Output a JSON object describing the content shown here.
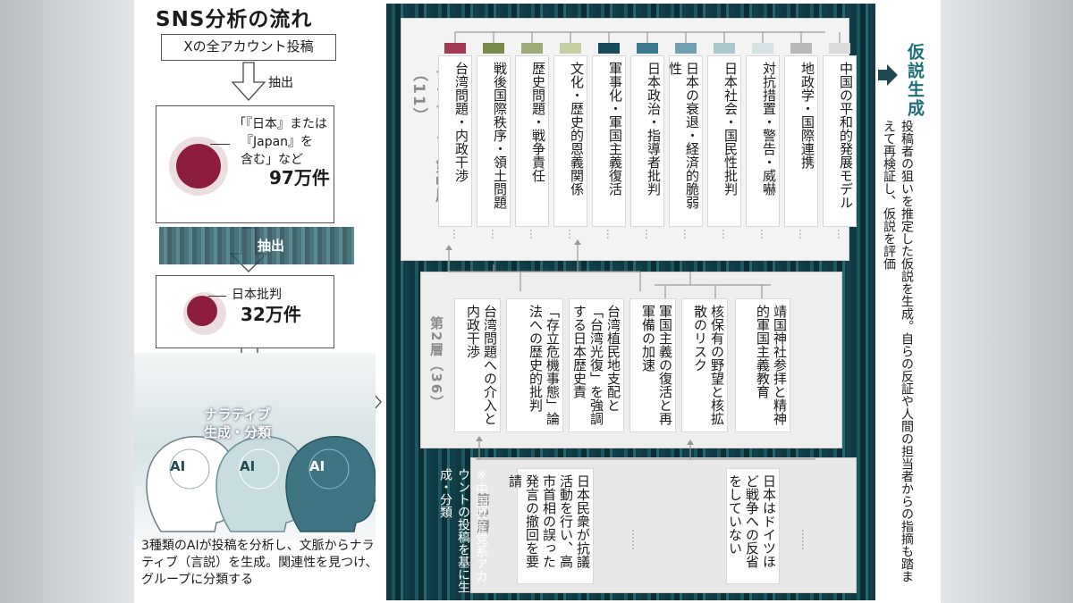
{
  "title": "SNS分析の流れ",
  "flow": {
    "source": "Xの全アカウント投稿",
    "extract1": "抽出",
    "extract2": "抽出",
    "step1": {
      "line1": "「『日本』または",
      "line2": "『Japan』を",
      "line3": "含む」など",
      "count": "97万件"
    },
    "step2": {
      "line1": "日本批判",
      "count": "32万件"
    },
    "ai_title_1": "ナラティブ",
    "ai_title_2": "生成・分類",
    "ai_badge": "AI",
    "ai_desc": "3種類のAIが投稿を分析し、文脈からナラティブ（言説）を生成。関連性を見つけ、グループに分類する"
  },
  "layer1": {
    "label": "ナラティブ 第1層（11）",
    "cards": [
      {
        "text": "台湾問題・内政干渉",
        "color": "#a33b55"
      },
      {
        "text": "戦後国際秩序・領土問題",
        "color": "#788a4e"
      },
      {
        "text": "歴史問題・戦争責任",
        "color": "#9cab78"
      },
      {
        "text": "文化・歴史的恩義関係",
        "color": "#c4cfa4"
      },
      {
        "text": "軍事化・軍国主義復活",
        "color": "#174b5b"
      },
      {
        "text": "日本政治・指導者批判",
        "color": "#3d7a8e"
      },
      {
        "text": "日本の衰退・経済的脆弱性",
        "color": "#6f9fb0"
      },
      {
        "text": "日本社会・国民性批判",
        "color": "#a9c9cd"
      },
      {
        "text": "対抗措置・警告・威嚇",
        "color": "#d5e3e4"
      },
      {
        "text": "地政学・国際連携",
        "color": "#b8b8b8"
      },
      {
        "text": "中国の平和的発展モデル",
        "color": "#dcdcdc"
      }
    ]
  },
  "layer2": {
    "label": "第2層（36）",
    "cards": [
      {
        "text": "台湾問題への介入と内政干渉"
      },
      {
        "text": "「存立危機事態」論法への歴史的批判"
      },
      {
        "text": "台湾植民地支配と「台湾光復」を強調する日本歴史責"
      },
      {
        "text": "軍国主義の復活と再軍備の加速"
      },
      {
        "text": "核保有の野望と核拡散のリスク"
      },
      {
        "text": "靖国神社参拝と精神的軍国主義教育"
      }
    ]
  },
  "layer3": {
    "label": "第3層",
    "cards": [
      {
        "text": "日本民衆が抗議活動を行い、高市首相の誤った発言の撤回を要請"
      },
      {
        "text": "日本はドイツほど戦争への反省をしていない"
      }
    ]
  },
  "note": "※中国共産党系アカウントの投稿を基に生成・分類",
  "hypothesis": {
    "title": "仮説生成",
    "desc": "投稿者の狙いを推定した仮説を生成。自らの反証や人間の担当者からの指摘も踏まえて再検証し、仮説を評価"
  }
}
